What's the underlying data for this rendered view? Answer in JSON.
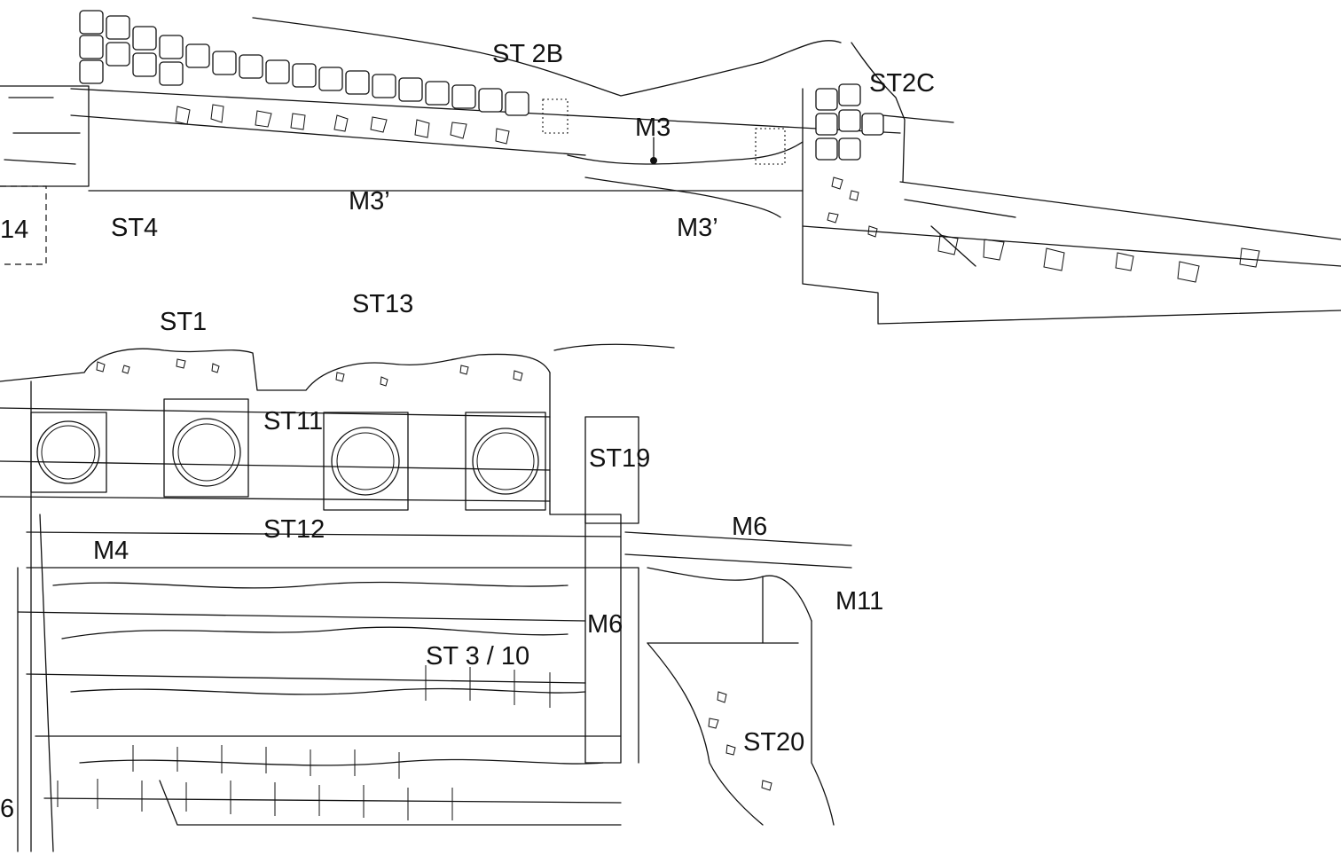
{
  "labels": {
    "st2b": "ST 2B",
    "st2c": "ST2C",
    "m3": "M3",
    "m3prime_left": "M3’",
    "m3prime_right": "M3’",
    "st4": "ST4",
    "sector14": "14",
    "st13": "ST13",
    "st1": "ST1",
    "st11": "ST11",
    "st19": "ST19",
    "st12": "ST12",
    "m4": "M4",
    "m6_top": "M6",
    "m6_mid": "M6",
    "m11": "M11",
    "st3_10": "ST 3 / 10",
    "st20": "ST20",
    "edge_6": "6"
  },
  "colors": {
    "ink": "#111111",
    "paper": "#ffffff"
  }
}
